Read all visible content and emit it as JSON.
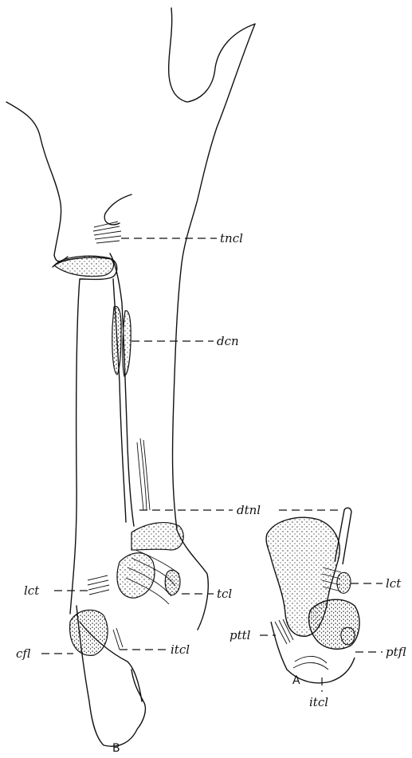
{
  "panels": [
    {
      "id": "B",
      "caption": "B"
    },
    {
      "id": "A",
      "caption": "A"
    }
  ],
  "labels": {
    "tncl": "tncl",
    "dcn": "dcn",
    "dtnl": "dtnl",
    "lct_b": "lct",
    "tcl": "tcl",
    "cfl": "cfl",
    "itcl_b": "itcl",
    "lct_a": "lct",
    "pttl": "pttl",
    "ptfl": "ptfl",
    "itcl_a": "itcl"
  }
}
